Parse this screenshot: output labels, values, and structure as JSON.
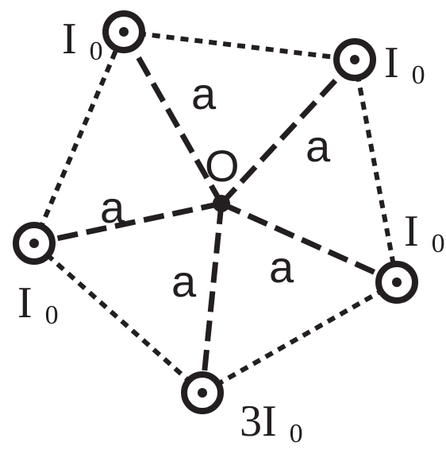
{
  "diagram": {
    "center_label": "O",
    "radius_label": "a",
    "wire_labels": {
      "top_left": {
        "main": "I",
        "sub": "0"
      },
      "top_right": {
        "main": "I",
        "sub": "0"
      },
      "right": {
        "main": "I",
        "sub": "0"
      },
      "left": {
        "main": "I",
        "sub": "0"
      },
      "bottom": {
        "main": "3I",
        "sub": "0"
      }
    },
    "colors": {
      "ink": "#231f20",
      "background": "#ffffff"
    },
    "wire_symbol": "current-out-of-page-dot-in-circle"
  }
}
